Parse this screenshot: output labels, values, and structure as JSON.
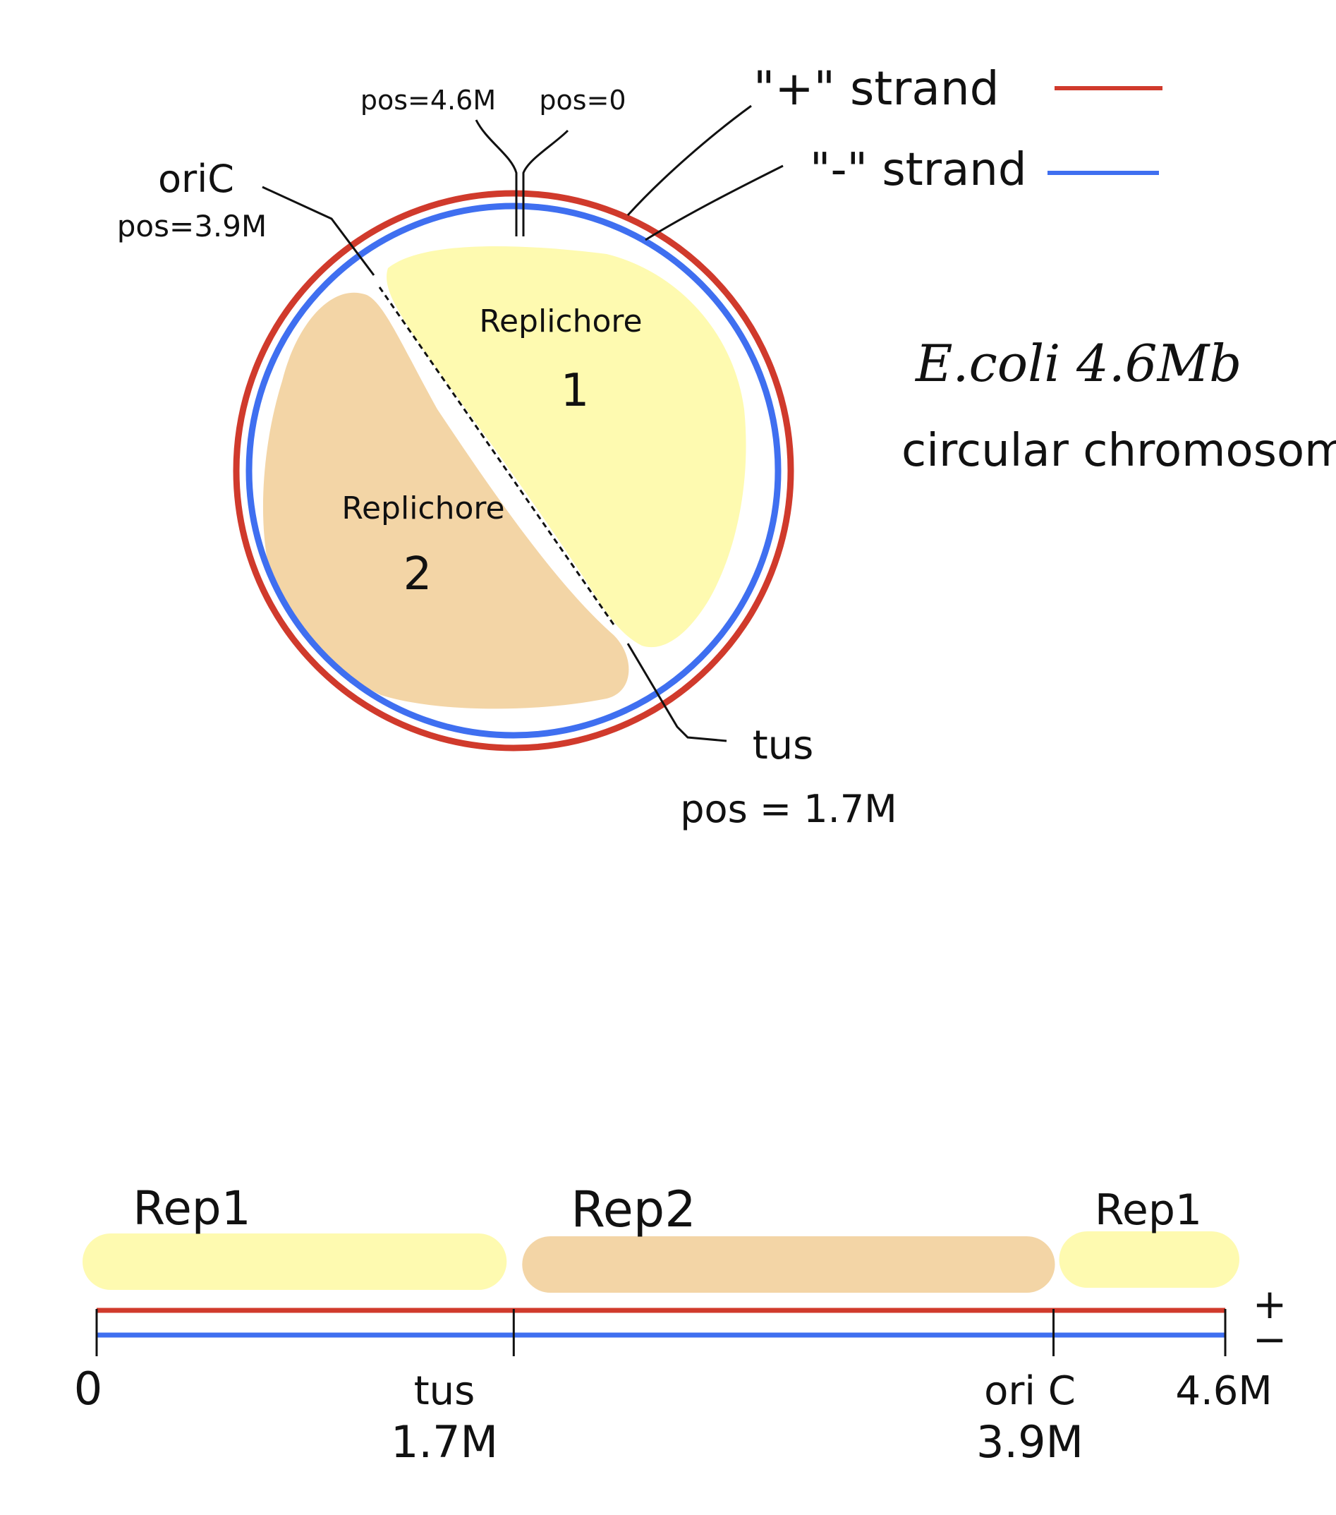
{
  "colors": {
    "plus_strand": "#d03a2c",
    "minus_strand": "#3f6ff0",
    "replichore_1": "#fefab0",
    "replichore_2": "#f3d5a6",
    "ink": "#111111",
    "background": "#ffffff"
  },
  "title": {
    "line1": "E.coli 4.6Mb",
    "line2": "circular chromosome"
  },
  "legend": {
    "plus_label": "\"+\" strand",
    "minus_label": "\"-\" strand"
  },
  "circle_diagram": {
    "pos_end_label": "pos=4.6M",
    "pos_start_label": "pos=0",
    "oric_name": "oriC",
    "oric_pos": "pos=3.9M",
    "tus_name": "tus",
    "tus_pos": "pos = 1.7M",
    "replichore1_word": "Replichore",
    "replichore1_num": "1",
    "replichore2_word": "Replichore",
    "replichore2_num": "2"
  },
  "linear_diagram": {
    "genome_length_mb": 4.6,
    "rep1_left_label": "Rep1",
    "rep2_label": "Rep2",
    "rep1_right_label": "Rep1",
    "plus_symbol": "+",
    "minus_symbol": "−",
    "ticks": [
      {
        "name": "0",
        "pos": "",
        "value": 0
      },
      {
        "name": "tus",
        "pos": "1.7M",
        "value": 1.7
      },
      {
        "name": "ori C",
        "pos": "3.9M",
        "value": 3.9
      },
      {
        "name": "4.6M",
        "pos": "",
        "value": 4.6
      }
    ]
  }
}
